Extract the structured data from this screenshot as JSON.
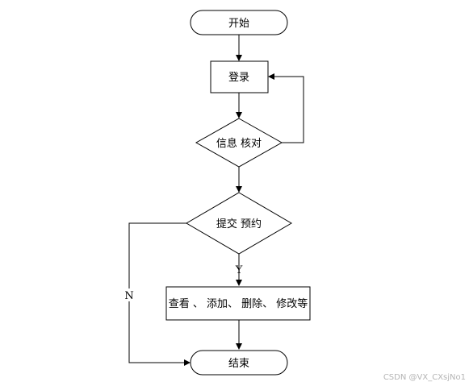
{
  "nodes": {
    "start": "开始",
    "login": "登录",
    "verify": "信息 核对",
    "submit": "提交 预约",
    "manage": "查看 、 添加、 删除、 修改等",
    "end": "结束"
  },
  "edges": {
    "yes_label": "Y",
    "no_label": "N"
  },
  "watermark": "CSDN @VX_CXsjNo1"
}
